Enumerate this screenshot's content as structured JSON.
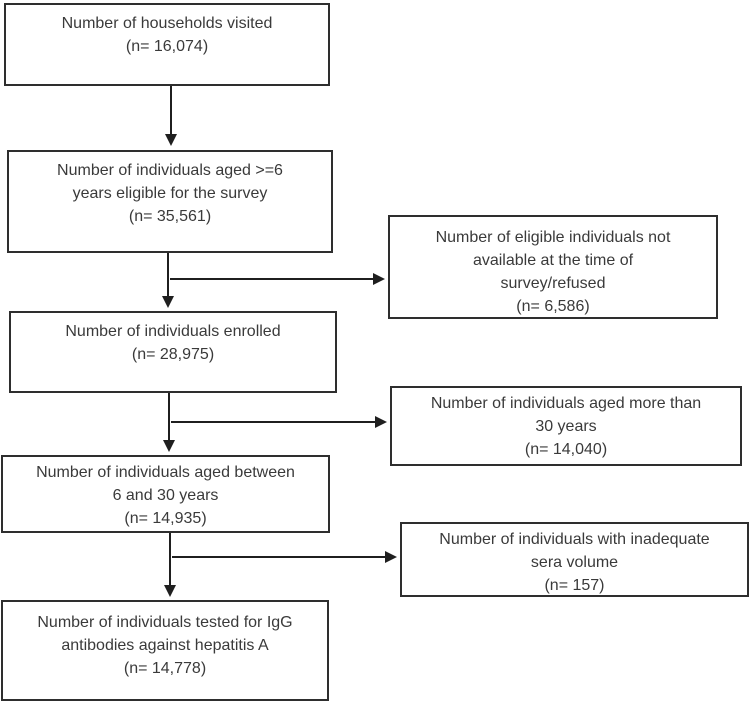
{
  "diagram": {
    "type": "flowchart",
    "description": "Survey enrollment flow for hepatitis A IgG testing",
    "colors": {
      "box_border": "#2e2e2e",
      "text": "#3a3a3a",
      "arrow": "#1f1f1f",
      "background": "#ffffff"
    },
    "boxes": [
      {
        "id": "households-visited",
        "column": "left",
        "lines": [
          "Number of households visited",
          "(n= 16,074)"
        ],
        "n": "16,074"
      },
      {
        "id": "eligible-for-survey",
        "column": "left",
        "lines": [
          "Number of individuals aged >=6",
          "years eligible for the survey",
          "(n= 35,561)"
        ],
        "n": "35,561"
      },
      {
        "id": "not-available-or-refused",
        "column": "right",
        "lines": [
          "Number of eligible individuals not",
          "available at the time of",
          "survey/refused",
          "(n= 6,586)"
        ],
        "n": "6,586"
      },
      {
        "id": "enrolled",
        "column": "left",
        "lines": [
          "Number of individuals enrolled",
          "(n= 28,975)"
        ],
        "n": "28,975"
      },
      {
        "id": "aged-more-than-30",
        "column": "right",
        "lines": [
          "Number of individuals aged more than",
          "30 years",
          "(n= 14,040)"
        ],
        "n": "14,040"
      },
      {
        "id": "aged-between-6-and-30",
        "column": "left",
        "lines": [
          "Number of individuals aged between",
          "6 and 30 years",
          "(n= 14,935)"
        ],
        "n": "14,935"
      },
      {
        "id": "inadequate-sera-volume",
        "column": "right",
        "lines": [
          "Number of individuals with inadequate",
          "sera volume",
          "(n= 157)"
        ],
        "n": "157"
      },
      {
        "id": "tested-for-igg",
        "column": "left",
        "lines": [
          "Number of individuals tested for IgG",
          "antibodies against hepatitis A",
          "(n= 14,778)"
        ],
        "n": "14,778"
      }
    ]
  }
}
